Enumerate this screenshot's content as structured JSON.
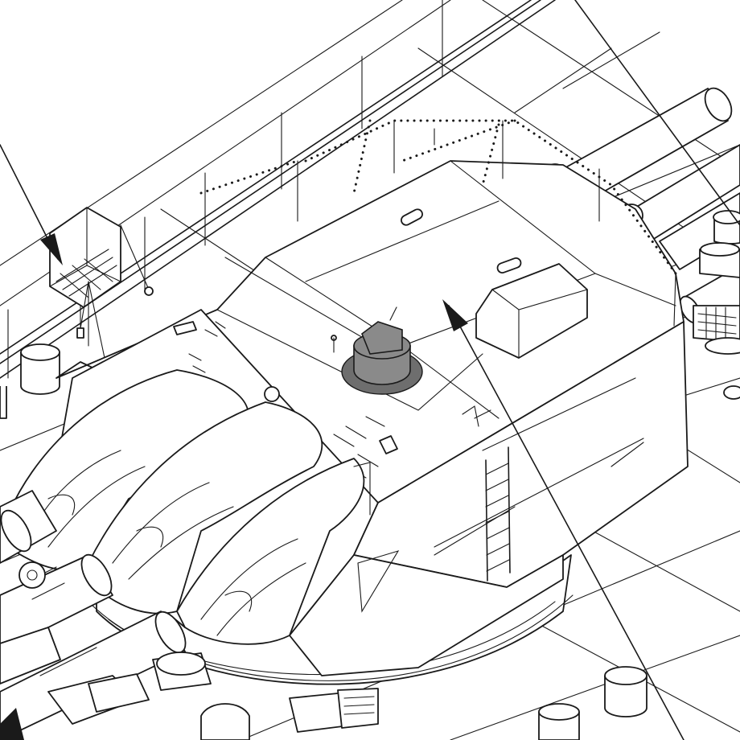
{
  "drawing": {
    "colors": {
      "line": "#1a1a1a",
      "paper": "#ffffff",
      "highlight": "#8a8a8a"
    },
    "pointers": [
      {
        "id": "pointer-left-railing"
      },
      {
        "id": "pointer-turret-roof"
      },
      {
        "id": "pointer-top-right"
      }
    ]
  }
}
